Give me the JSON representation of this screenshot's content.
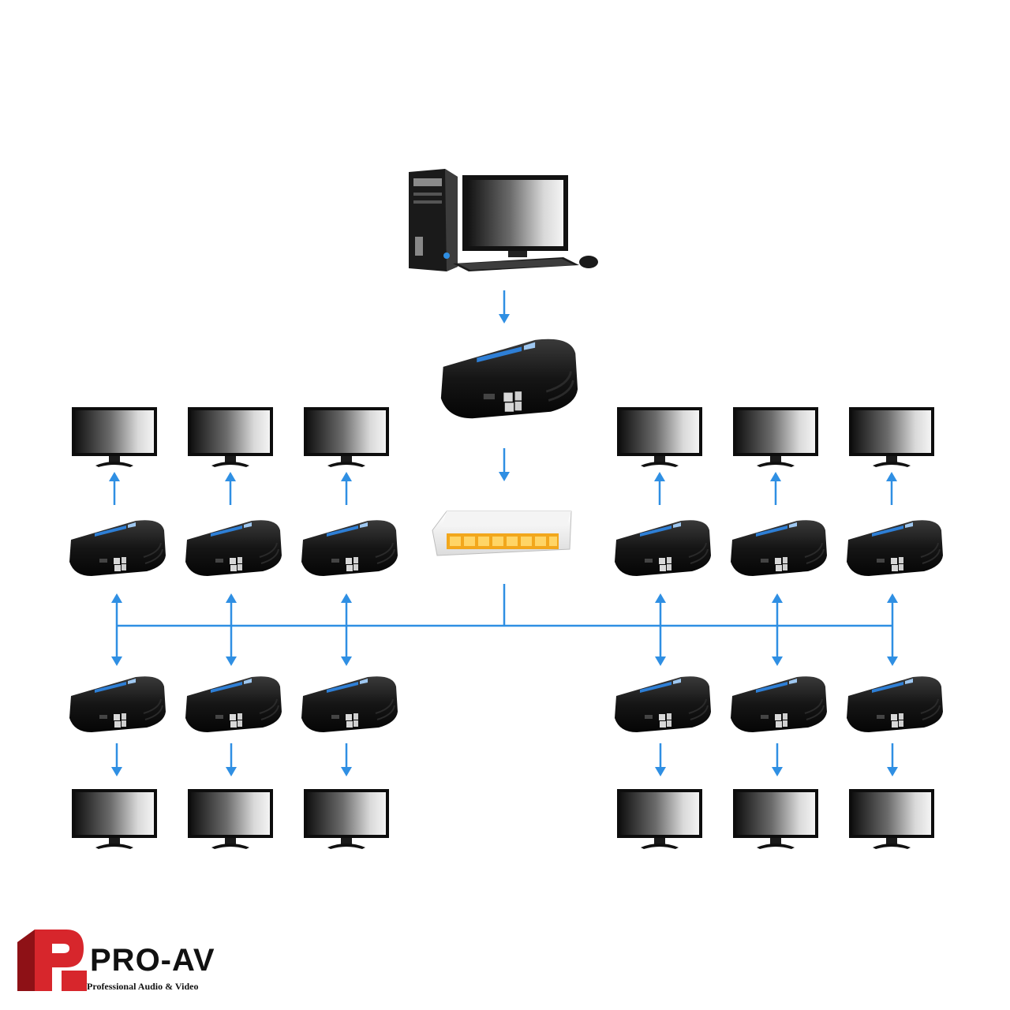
{
  "brand": {
    "name": "PRO-AV",
    "tagline": "Professional Audio & Video",
    "colors": {
      "red": "#d7262c",
      "dark_red": "#8e1116",
      "text": "#111111"
    }
  },
  "diagram": {
    "link_color": "#2f8fe3",
    "nodes": {
      "source": {
        "kind": "desktop-computer",
        "icon": "desktop-computer-icon"
      },
      "transmitter": {
        "kind": "hdmi-extender-transmitter",
        "icon": "extender-box-icon"
      },
      "switch": {
        "kind": "network-switch",
        "ports": 8,
        "icon": "network-switch-icon"
      },
      "receivers": {
        "kind": "hdmi-extender-receiver",
        "count": 12,
        "icon": "extender-box-icon"
      },
      "displays": {
        "kind": "monitor",
        "count": 12,
        "icon": "monitor-icon"
      }
    }
  }
}
